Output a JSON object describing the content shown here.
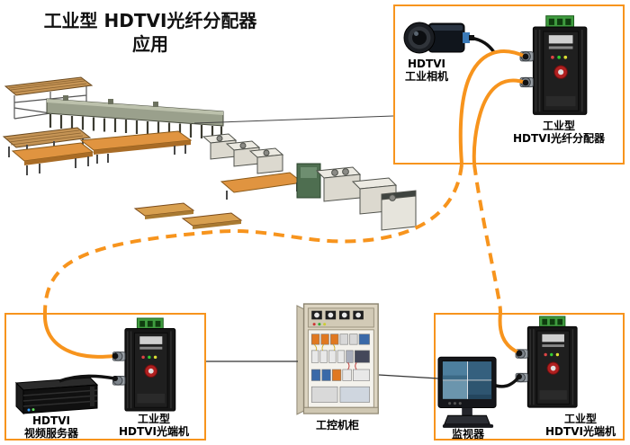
{
  "title": {
    "line1": "工业型",
    "line2": "HDTVI光纤分配器应用"
  },
  "camera_box": {
    "camera_label": {
      "line1": "HDTVI",
      "line2": "工业相机"
    },
    "splitter_label": {
      "line1": "工业型",
      "line2": "HDTVI光纤分配器"
    }
  },
  "server_box": {
    "server_label": {
      "line1": "HDTVI",
      "line2": "视频服务器"
    },
    "transceiver_label": {
      "line1": "工业型",
      "line2": "HDTVI光端机"
    }
  },
  "cabinet": {
    "label": "工控机柜"
  },
  "monitor_box": {
    "monitor_label": "监视器",
    "transceiver_label": {
      "line1": "工业型",
      "line2": "HDTVI光端机"
    }
  },
  "colors": {
    "fiber_orange": "#F7941D",
    "box_border": "#F7941D"
  }
}
